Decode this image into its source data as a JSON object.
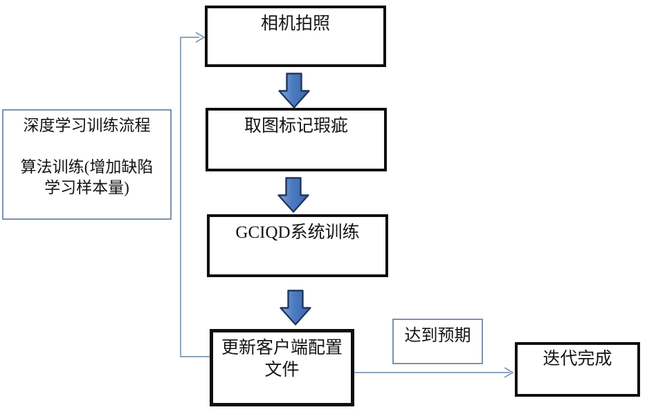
{
  "diagram": {
    "side_note": {
      "line1": "深度学习训练流程",
      "line2": "算法训练(增加缺陷",
      "line3": "学习样本量)"
    },
    "nodes": {
      "camera": {
        "label": "相机拍照"
      },
      "mark_defects": {
        "label": "取图标记瑕疵"
      },
      "gciqd_training": {
        "label": "GCIQD系统训练"
      },
      "update_config": {
        "line1": "更新客户端配置",
        "line2": "文件"
      },
      "expectation": {
        "label": "达到预期"
      },
      "iteration_done": {
        "label": "迭代完成"
      }
    },
    "icons": {
      "down_block_arrow": "thick-down-arrow",
      "open_arrowhead": "chevron-right"
    }
  },
  "colors": {
    "background": "#ffffff",
    "box_border": "#0e0e0e",
    "note_border": "#7b91ae",
    "connector": "#7d96b6",
    "arrow_fill_light": "#86a7d8",
    "arrow_fill_mid": "#4c7ac1",
    "arrow_fill_dark": "#3a66ab",
    "arrow_border": "#20365c",
    "text": "#141414"
  }
}
